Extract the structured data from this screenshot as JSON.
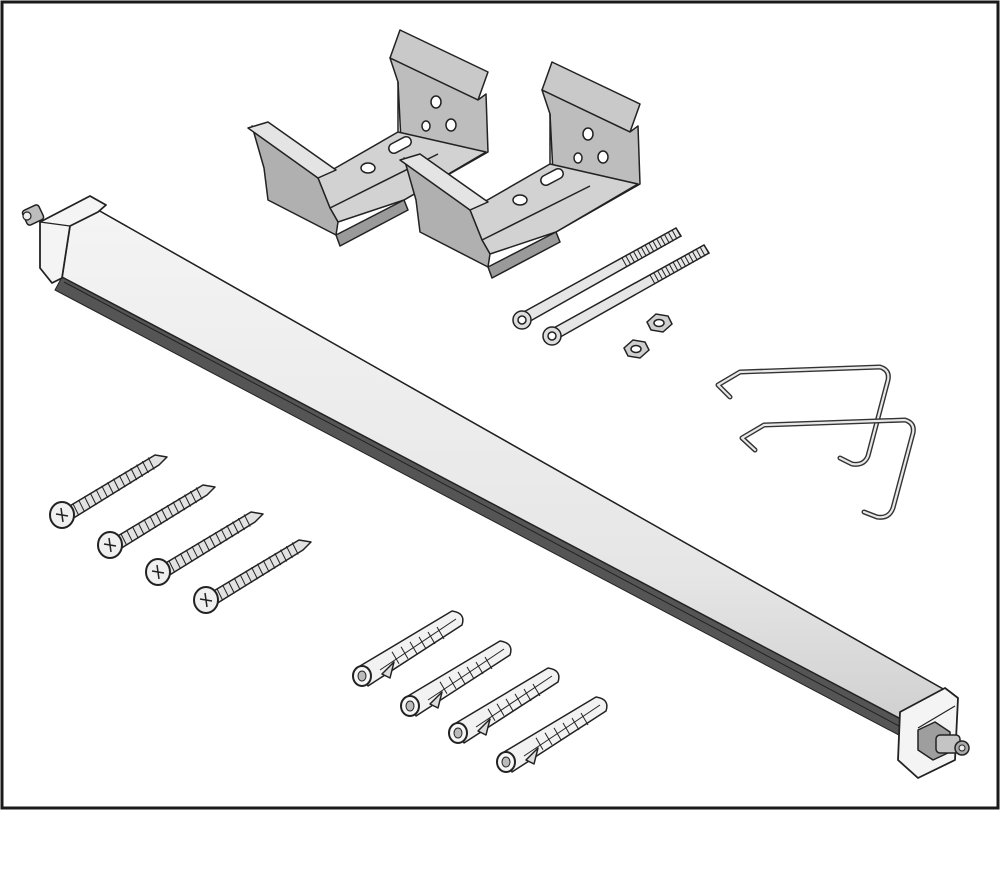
{
  "figure": {
    "colors": {
      "frame": "#1a1a1a",
      "metal_light": "#d2d2d2",
      "metal_mid": "#b5b5b5",
      "metal_dark": "#9a9a9a",
      "tube_body": "#ececec",
      "tube_shadow": "#555555",
      "cap": "#f4f4f4",
      "outline": "#222222"
    },
    "parts": [
      {
        "id": "led-batten-tube",
        "count": 1
      },
      {
        "id": "mounting-bracket",
        "count": 2
      },
      {
        "id": "threaded-rod",
        "count": 2
      },
      {
        "id": "hex-nut",
        "count": 2
      },
      {
        "id": "wire-hanger-clip",
        "count": 2
      },
      {
        "id": "wood-screw",
        "count": 4
      },
      {
        "id": "wall-plug",
        "count": 4
      }
    ]
  }
}
